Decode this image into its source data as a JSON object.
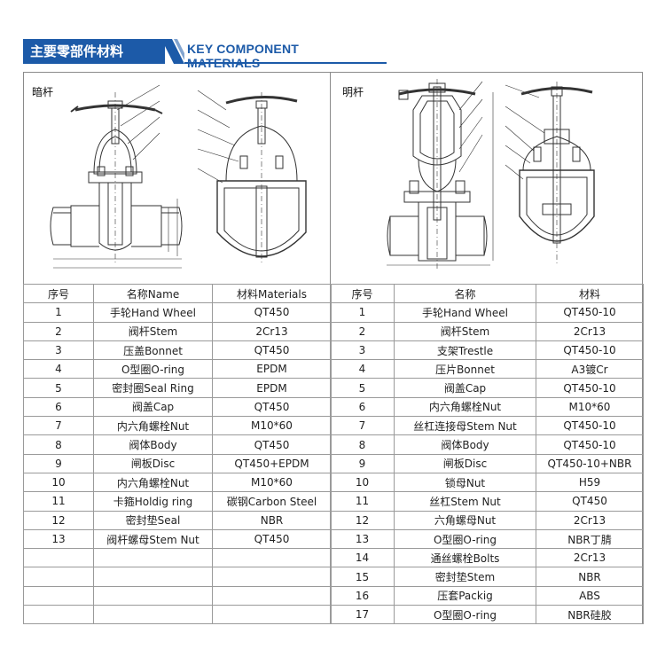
{
  "header": {
    "title_cn": "主要零部件材料",
    "title_en": "KEY COMPONENT MATERIALS"
  },
  "left": {
    "label": "暗杆",
    "columns": [
      "序号",
      "名称Name",
      "材料Materials"
    ],
    "rows": [
      {
        "no": "1",
        "name": "手轮Hand Wheel",
        "material": "QT450"
      },
      {
        "no": "2",
        "name": "阀杆Stem",
        "material": "2Cr13"
      },
      {
        "no": "3",
        "name": "压盖Bonnet",
        "material": "QT450"
      },
      {
        "no": "4",
        "name": "O型圈O-ring",
        "material": "EPDM"
      },
      {
        "no": "5",
        "name": "密封圈Seal Ring",
        "material": "EPDM"
      },
      {
        "no": "6",
        "name": "阀盖Cap",
        "material": "QT450"
      },
      {
        "no": "7",
        "name": "内六角螺栓Nut",
        "material": "M10*60"
      },
      {
        "no": "8",
        "name": "阀体Body",
        "material": "QT450"
      },
      {
        "no": "9",
        "name": "闸板Disc",
        "material": "QT450+EPDM"
      },
      {
        "no": "10",
        "name": "内六角螺栓Nut",
        "material": "M10*60"
      },
      {
        "no": "11",
        "name": "卡箍Holdig ring",
        "material": "碳钢Carbon Steel"
      },
      {
        "no": "12",
        "name": "密封垫Seal",
        "material": "NBR"
      },
      {
        "no": "13",
        "name": "阀杆螺母Stem Nut",
        "material": "QT450"
      },
      {
        "no": "",
        "name": "",
        "material": ""
      },
      {
        "no": "",
        "name": "",
        "material": ""
      },
      {
        "no": "",
        "name": "",
        "material": ""
      },
      {
        "no": "",
        "name": "",
        "material": ""
      }
    ]
  },
  "right": {
    "label": "明杆",
    "columns": [
      "序号",
      "名称",
      "材料"
    ],
    "rows": [
      {
        "no": "1",
        "name": "手轮Hand Wheel",
        "material": "QT450-10"
      },
      {
        "no": "2",
        "name": "阀杆Stem",
        "material": "2Cr13"
      },
      {
        "no": "3",
        "name": "支架Trestle",
        "material": "QT450-10"
      },
      {
        "no": "4",
        "name": "压片Bonnet",
        "material": "A3镀Cr"
      },
      {
        "no": "5",
        "name": "阀盖Cap",
        "material": "QT450-10"
      },
      {
        "no": "6",
        "name": "内六角螺栓Nut",
        "material": "M10*60"
      },
      {
        "no": "7",
        "name": "丝杠连接母Stem Nut",
        "material": "QT450-10"
      },
      {
        "no": "8",
        "name": "阀体Body",
        "material": "QT450-10"
      },
      {
        "no": "9",
        "name": "闸板Disc",
        "material": "QT450-10+NBR"
      },
      {
        "no": "10",
        "name": "锁母Nut",
        "material": "H59"
      },
      {
        "no": "11",
        "name": "丝杠Stem Nut",
        "material": "QT450"
      },
      {
        "no": "12",
        "name": "六角螺母Nut",
        "material": "2Cr13"
      },
      {
        "no": "13",
        "name": "O型圈O-ring",
        "material": "NBR丁腈"
      },
      {
        "no": "14",
        "name": "通丝螺栓Bolts",
        "material": "2Cr13"
      },
      {
        "no": "15",
        "name": "密封垫Stem",
        "material": "NBR"
      },
      {
        "no": "16",
        "name": "压套Packig",
        "material": "ABS"
      },
      {
        "no": "17",
        "name": "O型圈O-ring",
        "material": "NBR硅胶"
      }
    ]
  },
  "colors": {
    "brand_blue": "#1c5aa8",
    "border_gray": "#9a9a9a"
  }
}
